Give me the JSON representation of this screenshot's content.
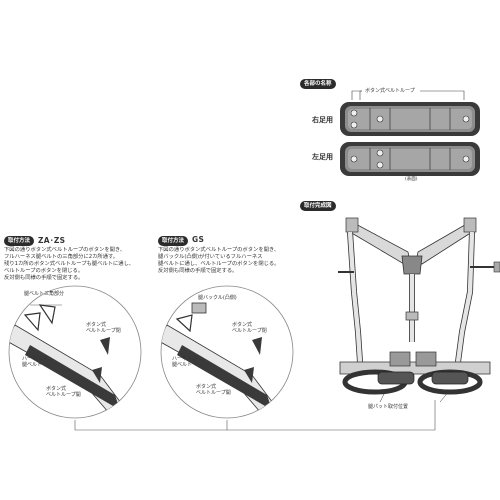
{
  "parts": {
    "title": "各部の名称",
    "callout": "ボタン式ベルトループ",
    "right_label": "右足用",
    "left_label": "左足用",
    "note": "(表面)"
  },
  "install_diagram": {
    "title": "取付完成図",
    "callout": "腿パット取付位置"
  },
  "method_a": {
    "pill": "取付方法",
    "model": "ZA･ZS",
    "lines": [
      "下図の通りボタン式ベルトループのボタンを開き、",
      "フルハーネス腿ベルトの三角部分に2カ所通す。",
      "残り1カ所のボタン式ベルトループも腿ベルトに通し、",
      "ベルトループのボタンを閉じる。",
      "反対側も同様の手順で固定する。"
    ],
    "labels": {
      "triangle": "腿ベルト三角部分",
      "button_loop": "ボタン式\nベルトループ閉",
      "harness_belt": "ハーネスの\n腿ベルト",
      "button_loop_open": "ボタン式\nベルトループ開"
    }
  },
  "method_b": {
    "pill": "取付方法",
    "model": "GS",
    "lines": [
      "下図の通りボタン式ベルトループのボタンを開き、",
      "腿バックル(凸側)が付いているフルハーネス",
      "腿ベルトに通し、ベルトループのボタンを閉じる。",
      "反対側も同様の手順で固定する。"
    ],
    "labels": {
      "buckle": "腿バックル(凸側)",
      "button_loop": "ボタン式\nベルトループ閉",
      "harness_belt": "ハーネスの\n腿ベルト",
      "button_loop_open": "ボタン式\nベルトループ開"
    }
  }
}
